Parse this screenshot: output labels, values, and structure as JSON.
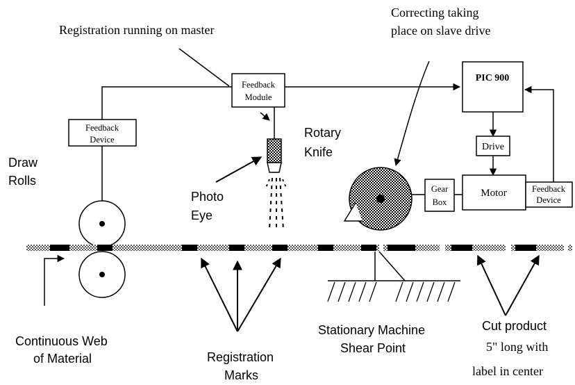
{
  "labels": {
    "registration_running": "Registration running on master",
    "correcting_1": "Correcting taking",
    "correcting_2": "place on slave drive",
    "feedback_module_1": "Feedback",
    "feedback_module_2": "Module",
    "feedback_device_left_1": "Feedback",
    "feedback_device_left_2": "Device",
    "pic900": "PIC 900",
    "drive": "Drive",
    "motor": "Motor",
    "gear_1": "Gear",
    "gear_2": "Box",
    "feedback_device_right_1": "Feedback",
    "feedback_device_right_2": "Device",
    "rotary_1": "Rotary",
    "rotary_2": "Knife",
    "draw_1": "Draw",
    "draw_2": "Rolls",
    "photo_1": "Photo",
    "photo_2": "Eye",
    "web_1": "Continuous Web",
    "web_2": "of Material",
    "reg_marks_1": "Registration",
    "reg_marks_2": "Marks",
    "shear_1": "Stationary Machine",
    "shear_2": "Shear Point",
    "cut_1": "Cut product",
    "cut_2": "5\" long with",
    "cut_3": "label in center"
  },
  "colors": {
    "ink": "#000000",
    "background": "#ffffff"
  }
}
